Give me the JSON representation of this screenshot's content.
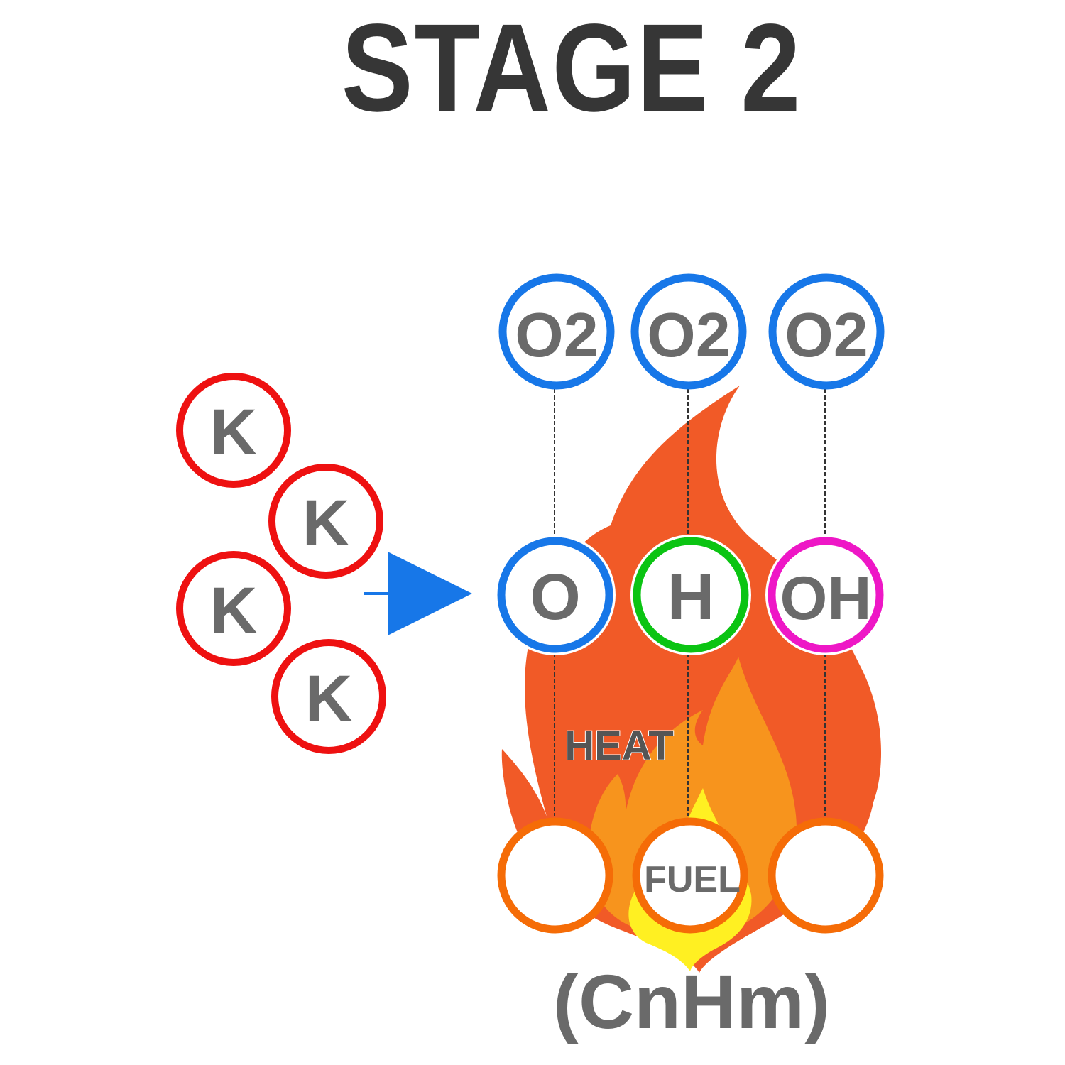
{
  "title": "STAGE 2",
  "inhibitor_atoms": [
    "K",
    "K",
    "K",
    "K"
  ],
  "radical_row": [
    {
      "label": "O",
      "ring_color": "#1777e8"
    },
    {
      "label": "H",
      "ring_color": "#0bc413"
    },
    {
      "label": "OH",
      "ring_color": "#ee17c6"
    }
  ],
  "oxygen_row": [
    "O2",
    "O2",
    "O2"
  ],
  "fuel_row": [
    "",
    "FUEL",
    ""
  ],
  "heat_label": "HEAT",
  "fuel_formula": "(CnHm)",
  "colors": {
    "inhibitor_ring": "#ee1111",
    "oxygen_ring": "#1777e8",
    "fuel_ring": "#f56c07",
    "arrow": "#1777e8",
    "flame_outer": "#f15a27",
    "flame_middle": "#f7941d",
    "flame_inner": "#fff022",
    "label_text": "#6a6a6a",
    "title_text": "#363636"
  },
  "icons": [
    "flame-icon",
    "arrow-right-icon"
  ]
}
